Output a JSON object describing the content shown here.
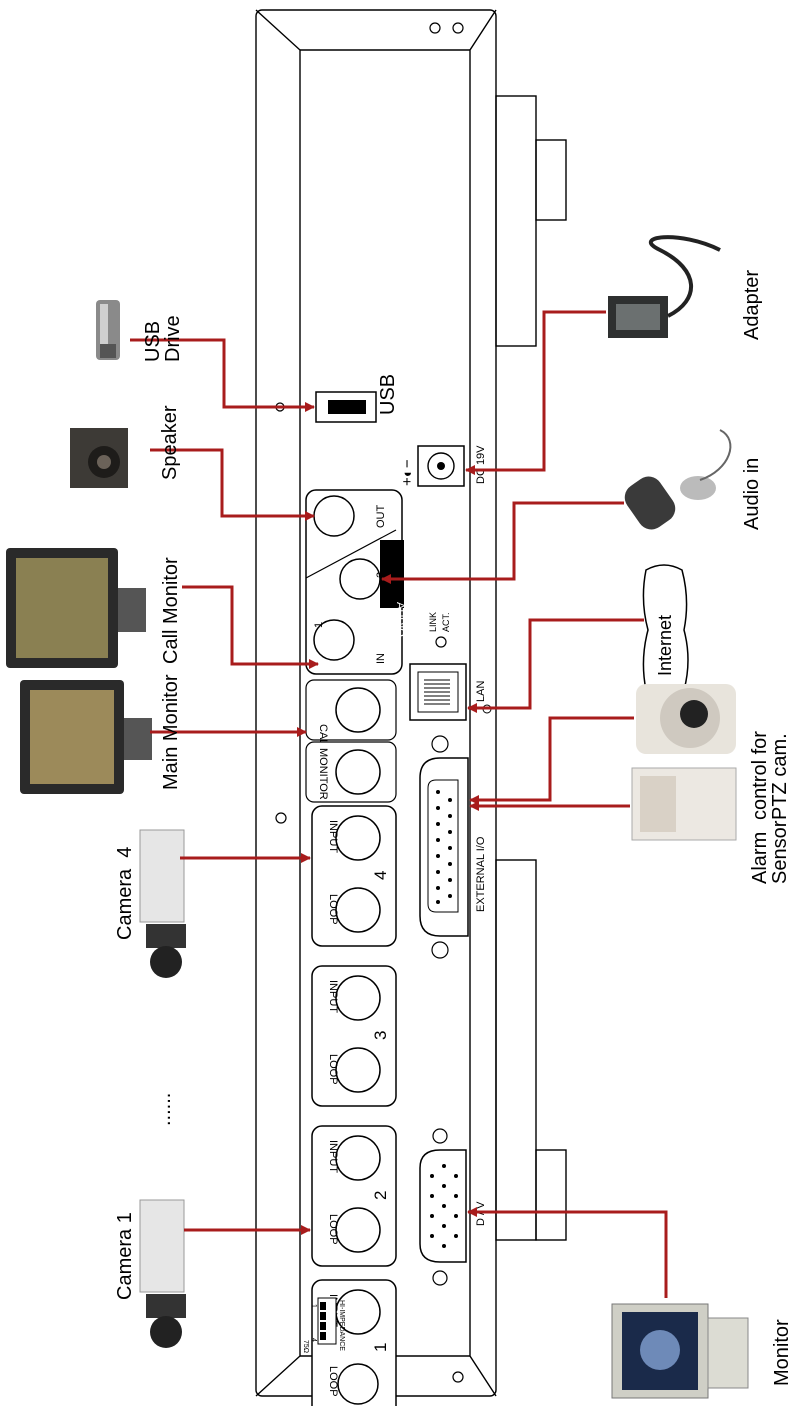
{
  "device": {
    "ports": {
      "usb": "USB",
      "dc": "DC 19V",
      "audio": "AUDIO",
      "audio_out": "OUT",
      "audio_in": "IN",
      "audio_in_1": "1",
      "audio_in_2": "2",
      "link": "LINK",
      "act": "ACT.",
      "lan": "LAN",
      "call": "CALL",
      "monitor": "MONITOR",
      "external_io": "EXTERNAL I/O",
      "input": "INPUT",
      "loop": "LOOP",
      "ch1": "1",
      "ch2": "2",
      "ch3": "3",
      "ch4": "4",
      "dv": "D / V",
      "impedance": "HI-IMPEDANCE",
      "dip_75": "75Ω",
      "dip_1": "1",
      "dip_4": "4"
    }
  },
  "devices": {
    "usb_drive": "USB Drive",
    "speaker": "Speaker",
    "call_monitor": "Call Monitor",
    "main_monitor": "Main Monitor",
    "camera4": "Camera  4",
    "dots": "......",
    "camera1": "Camera 1",
    "adapter": "Adapter",
    "audio_in": "Audio in",
    "internet": "Internet",
    "ptz": "control for PTZ cam.",
    "alarm": "Alarm Sensor",
    "monitor": "Monitor"
  },
  "colors": {
    "arrow": "#a81c1c",
    "line": "#000000"
  }
}
